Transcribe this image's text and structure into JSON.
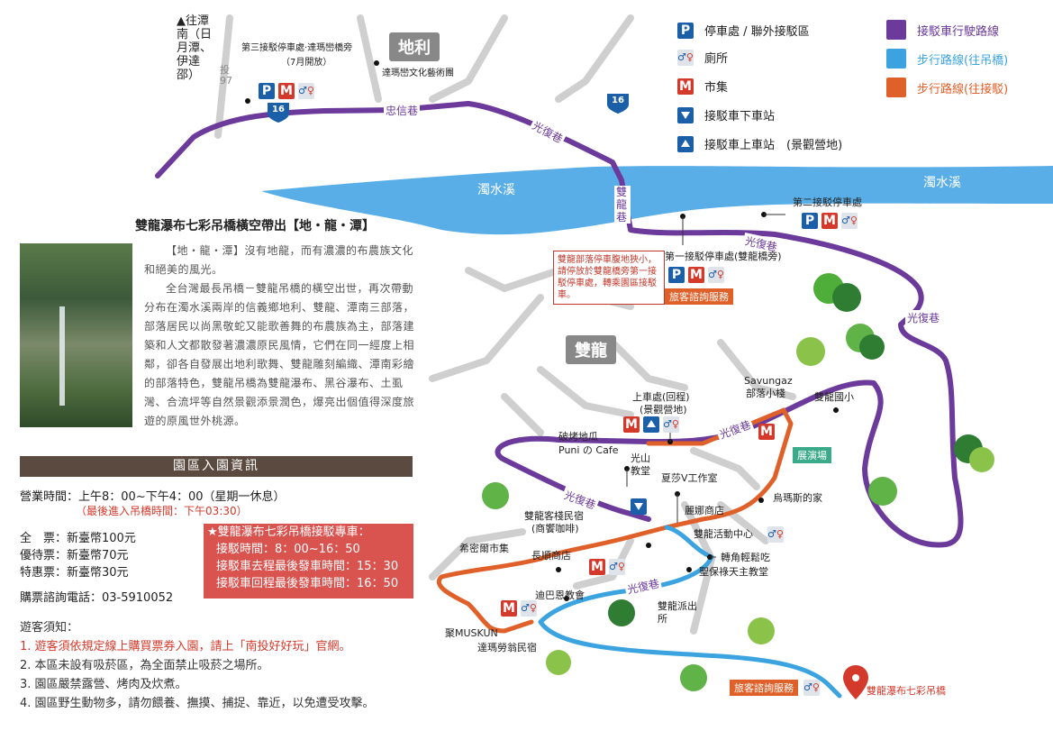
{
  "map": {
    "area_labels": {
      "dili": "地利",
      "shuanglong": "雙龍"
    },
    "stream_labels": {
      "left": "濁水溪",
      "right": "濁水溪"
    },
    "roads": {
      "zhongxin": "忠信巷",
      "guangfu": "光復巷",
      "shuanglong_road": "雙龍巷",
      "route16": "16",
      "route97": "投97"
    },
    "direction_label": "往潭南（日月潭、伊達邵）",
    "places": {
      "p3_name": "第三接駁停車處·達瑪巒橋旁",
      "p3_note": "（7月開放）",
      "art_gallery": "達瑪巒文化藝術團",
      "p2_name": "第二接駁停車處",
      "p1_name": "第一接駁停車處(雙龍橋旁)",
      "tourist_service_1": "旅客諮詢服務",
      "tourist_service_2": "旅客諮詢服務",
      "pickup_name": "上車處(回程)",
      "pickup_sub": "(景觀營地)",
      "pocket": "破烤地瓜",
      "cafe": "Puni の Cafe",
      "guangshan": "光山",
      "church1": "教堂",
      "xiaosha": "夏莎V工作室",
      "lina": "麗娜商店",
      "homestay": "雙龍客棧民宿",
      "homestay_sub": "(商饗咖啡)",
      "savungaz": "Savungaz",
      "village_small": "部落小棧",
      "school": "雙龍國小",
      "stage": "展演場",
      "ujs_home": "烏瑪斯的家",
      "activity_center": "雙龍活動中心",
      "snack": "轉角輕鬆吃",
      "holy_church": "聖保祿天主教堂",
      "market": "希密爾市集",
      "changshun": "長順商店",
      "youbaen": "迪巴恩教會",
      "police": "雙龍派出所",
      "muskun": "聚MUSKUN",
      "damanong": "達瑪勞翁民宿",
      "bridge": "雙龍瀑布七彩吊橋"
    },
    "note_box": "雙龍部落停車腹地狹小，請停放於雙龍橋旁第一接駁停車處，轉乘園區接駁車。"
  },
  "legend": {
    "items": [
      {
        "icon": "parking-icon",
        "label": "停車處 / 聯外接駁區"
      },
      {
        "icon": "toilet-icon",
        "label": "廁所"
      },
      {
        "icon": "market-icon",
        "label": "市集"
      },
      {
        "icon": "dropoff-icon",
        "label": "接駁車下車站"
      },
      {
        "icon": "pickup-icon",
        "label": "接駁車上車站　(景觀營地)"
      }
    ],
    "routes": [
      {
        "label": "接駁車行駛路線",
        "color": "#6b3a9a"
      },
      {
        "label": "步行路線(往吊橋)",
        "color": "#3aa3e0"
      },
      {
        "label": "步行路線(往接駁)",
        "color": "#e0602a"
      }
    ]
  },
  "info": {
    "title": "雙龍瀑布七彩吊橋橫空帶出【地・龍・潭】",
    "intro_1": "【地・龍・潭】沒有地龍，而有濃濃的布農族文化和絕美的風光。",
    "intro_2": "全台灣最長吊橋－雙龍吊橋的橫空出世，再次帶動分布在濁水溪兩岸的信義鄉地利、雙龍、潭南三部落，部落居民以尚黑敬蛇又能歌善舞的布農族為主，部落建築和人文都散發著濃濃原民風情，它們在同一經度上相鄰，卻各自發展出地利歌舞、雙龍雕刻編織、潭南彩繪的部落特色，雙龍吊橋為雙龍瀑布、黑谷瀑布、土虱灣、合流坪等自然景觀添景潤色，爆亮出個值得深度旅遊的原風世外桃源。",
    "park_bar": "園區入園資訊",
    "hours": "營業時間：上午8：00~下午4：00（星期一休息）",
    "last_entry": "（最後進入吊橋時間：下午03:30）",
    "full_ticket": "全　票：新臺幣100元",
    "discount_ticket": "優待票：新臺幣70元",
    "special_ticket": "特惠票：新臺幣30元",
    "phone": "購票諮詢電話：03-5910052",
    "shuttle_title": "★雙龍瀑布七彩吊橋接駁專車：",
    "shuttle_time": "接駁時間：8：00~16：50",
    "shuttle_out": "接駁車去程最後發車時間：15：30",
    "shuttle_back": "接駁車回程最後發車時間：16：50",
    "notice_title": "遊客須知：",
    "notice_1": "1. 遊客須依規定線上購買票券入園，請上「南投好好玩」官網。",
    "notice_2": "2. 本區未設有吸菸區，為全面禁止吸菸之場所。",
    "notice_3": "3. 園區嚴禁露營、烤肉及炊煮。",
    "notice_4": "4. 園區野生動物多，請勿餵養、撫摸、捕捉、靠近，以免遭受攻擊。"
  },
  "colors": {
    "shuttle_route": "#6b3a9a",
    "walk_bridge": "#3aa3e0",
    "walk_shuttle": "#e0602a",
    "river": "#5aaee8",
    "road": "#cfcfcf"
  }
}
